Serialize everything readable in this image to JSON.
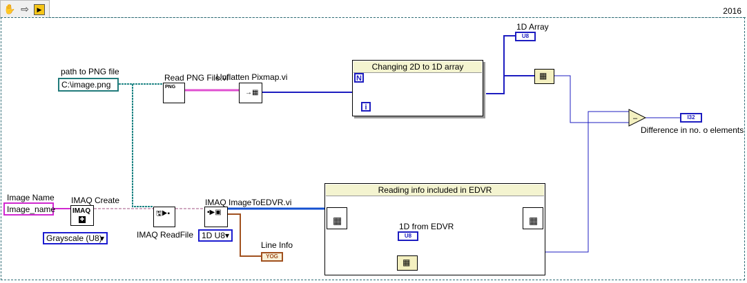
{
  "toolbar": {
    "run_icon": "hand-icon",
    "arrow_icon": "run-arrow-icon",
    "vi_icon": "vi-run-icon"
  },
  "version_label": "2016",
  "controls": {
    "path_label": "path to PNG file",
    "path_value": "C:\\image.png",
    "image_name_label": "Image Name",
    "image_name_value": "Image_name",
    "image_type_value": "Grayscale (U8)",
    "edvr_type_value": "1D U8"
  },
  "nodes": {
    "read_png": "Read PNG File.vi",
    "read_png_icon": "PNG",
    "unflatten": "Unflatten Pixmap.vi",
    "imaq_create": "IMAQ Create",
    "imaq_create_icon": "IMAQ",
    "imaq_readfile": "IMAQ ReadFile",
    "imaq_image_to_edvr": "IMAQ ImageToEDVR.vi"
  },
  "structures": {
    "for_loop_title": "Changing 2D to 1D array",
    "for_loop_n": "N",
    "for_loop_i": "i",
    "edvr_frame_title": "Reading info included in EDVR"
  },
  "indicators": {
    "array_1d_label": "1D Array",
    "array_1d_type": "U8",
    "diff_label": "Difference in no. o elements",
    "diff_type": "I32",
    "edvr_1d_label": "1D from EDVR",
    "edvr_1d_type": "U8",
    "line_info_label": "Line Info",
    "line_info_type": "YOG"
  },
  "colors": {
    "path_wire": "#1f8585",
    "string_wire": "#d028d0",
    "image_wire": "#a05080",
    "edvr_wire": "#1450d0",
    "array_wire": "#1c1cc0",
    "cluster_wire": "#a0501e"
  }
}
